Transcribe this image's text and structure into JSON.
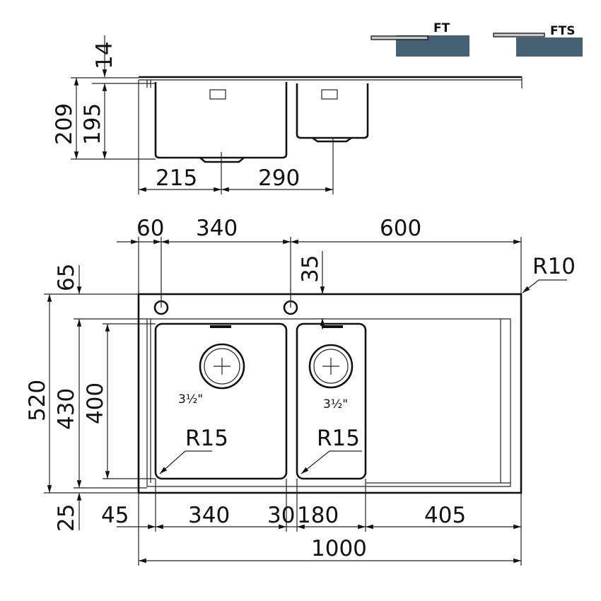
{
  "legend": {
    "ft": "FT",
    "fts": "FTS",
    "counter_color": "#456073",
    "edge_color": "#c8c8c8"
  },
  "side_view": {
    "d14": "14",
    "d209": "209",
    "d195": "195",
    "d215": "215",
    "d290": "290"
  },
  "top_view": {
    "d60": "60",
    "d340_top": "340",
    "d600": "600",
    "d35": "35",
    "r10": "R10",
    "d65": "65",
    "d520": "520",
    "d430": "430",
    "d400": "400",
    "d25": "25",
    "drain1": "3½\"",
    "drain2": "3½\"",
    "r15_left": "R15",
    "r15_right": "R15",
    "d45": "45",
    "d340_bottom": "340",
    "d30": "30",
    "d180": "180",
    "d405": "405",
    "d1000": "1000"
  }
}
